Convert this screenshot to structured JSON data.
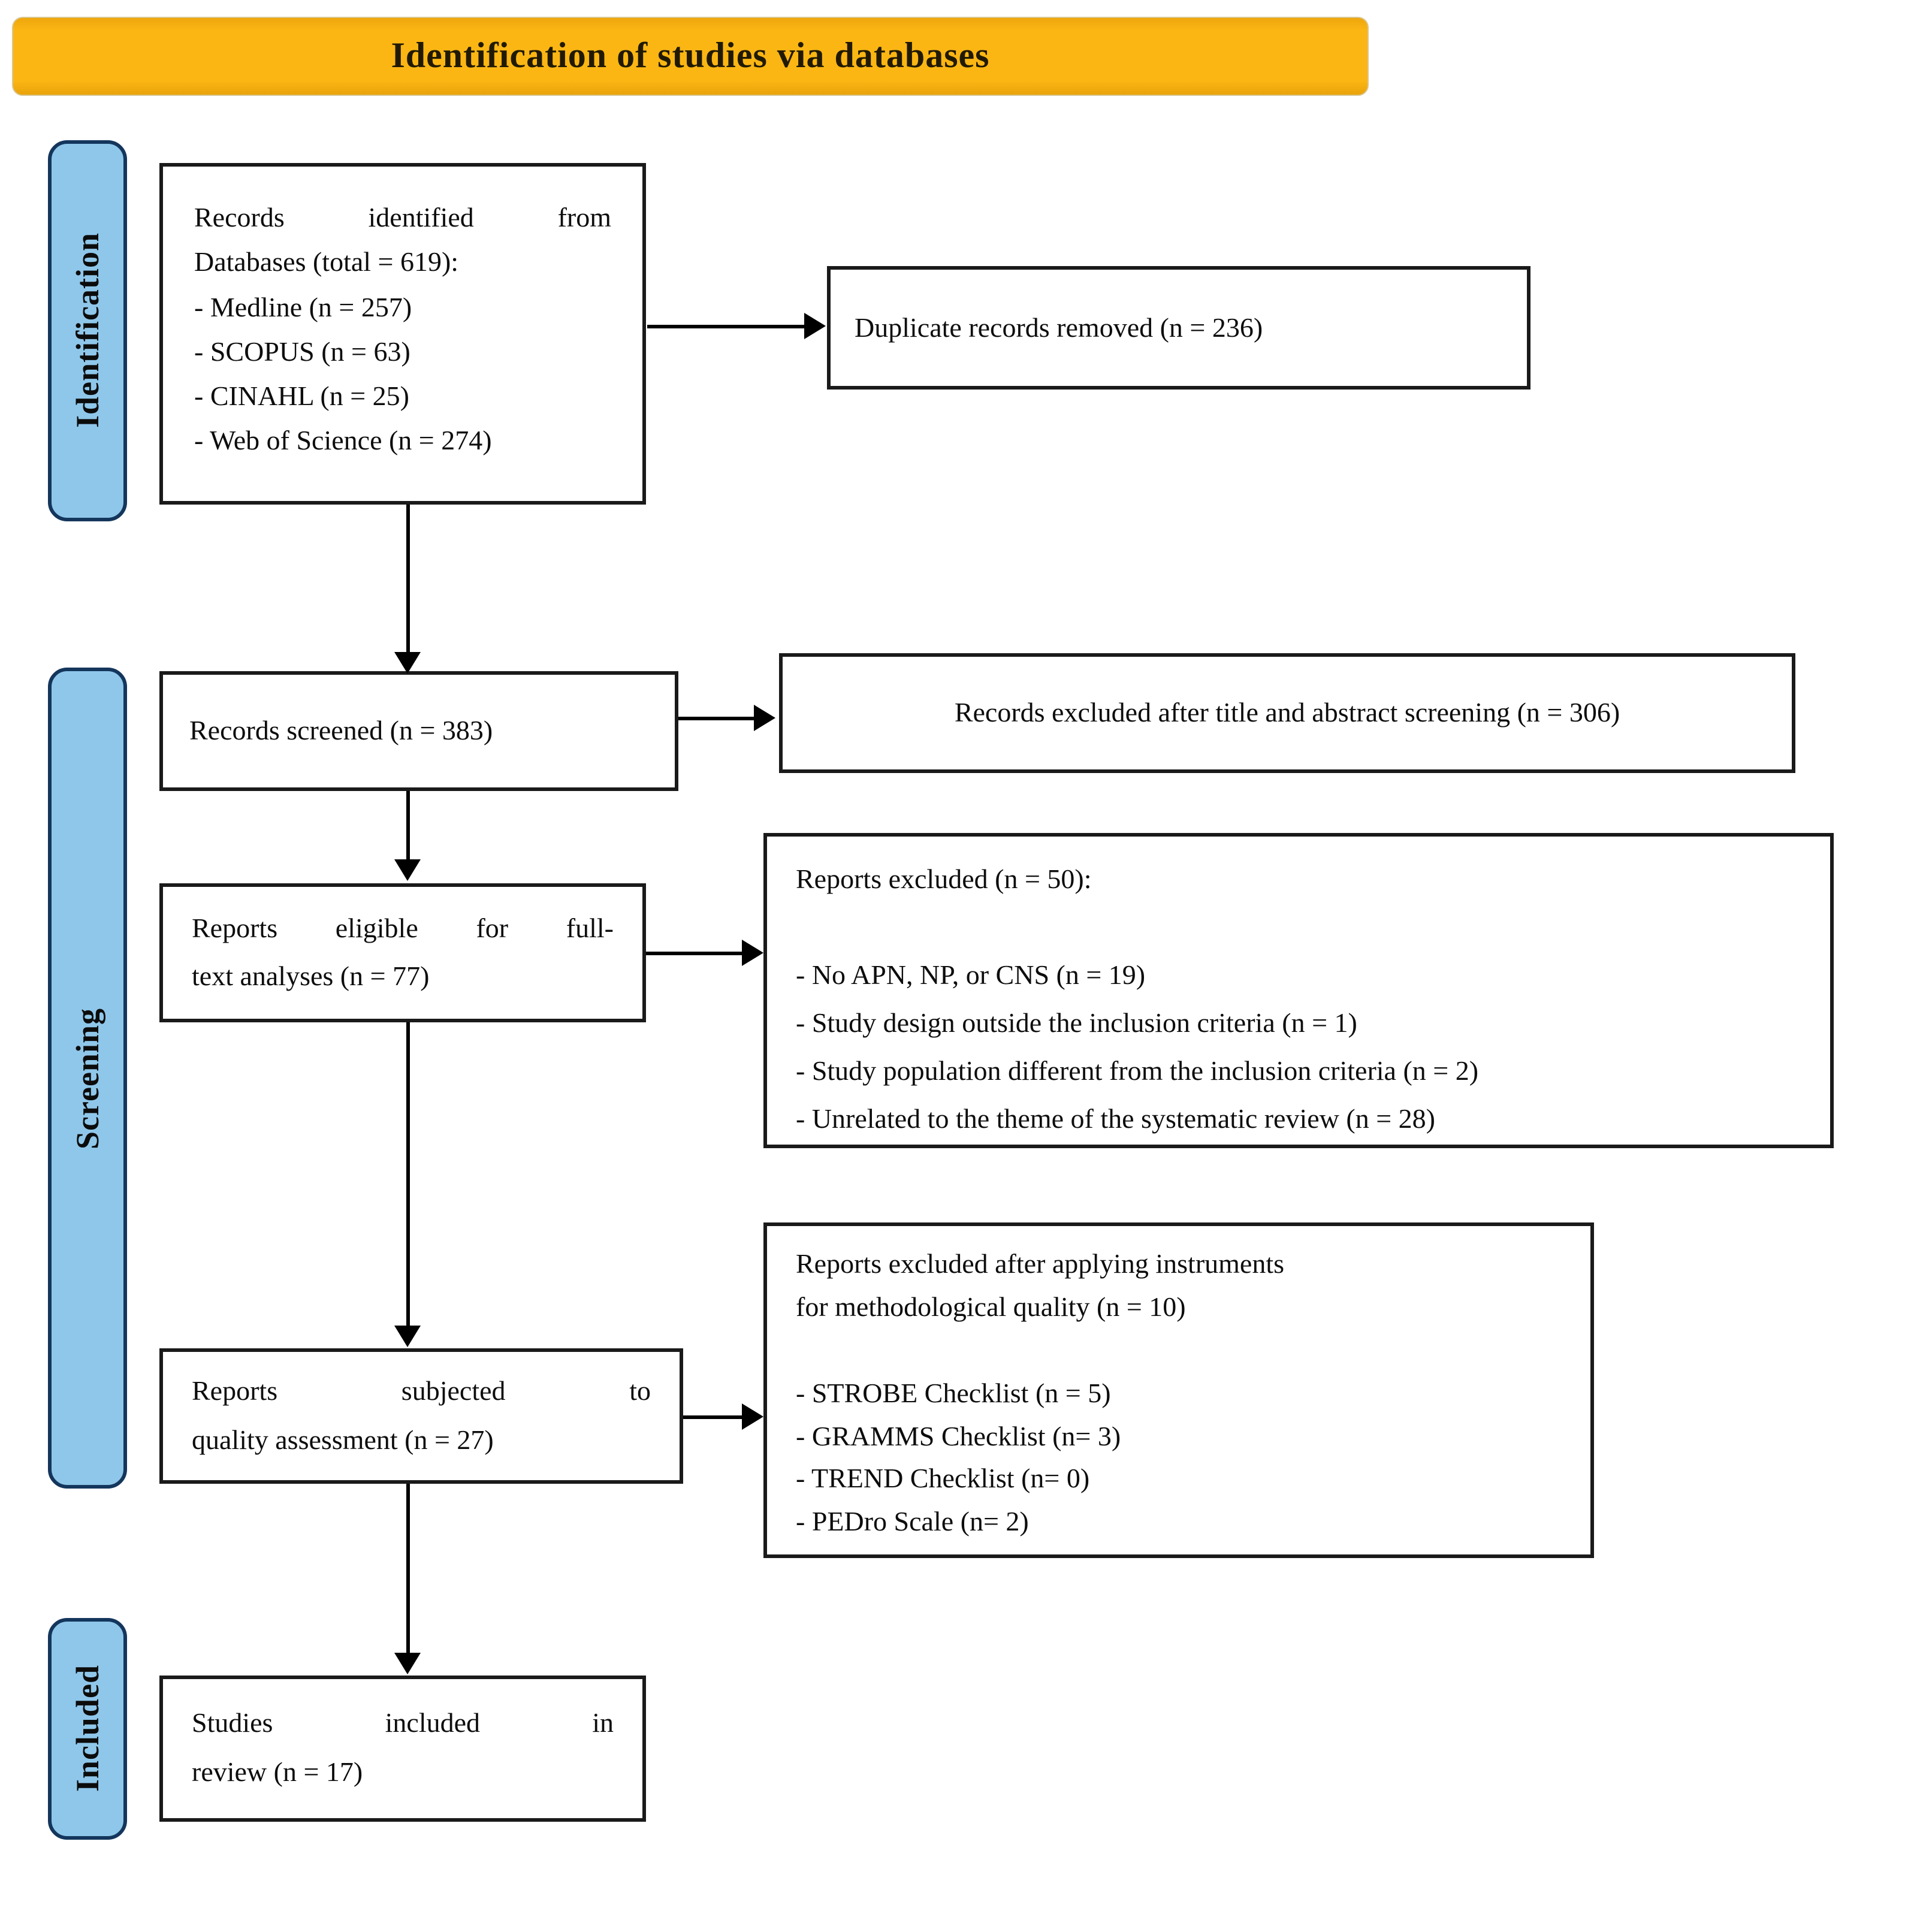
{
  "banner": {
    "title": "Identification of studies via databases"
  },
  "stages": {
    "identification": {
      "label": "Identification"
    },
    "screening": {
      "label": "Screening"
    },
    "included": {
      "label": "Included"
    }
  },
  "boxes": {
    "records_identified": {
      "lines": [
        "Records identified from",
        "Databases (total = 619):",
        "- Medline (n = 257)",
        "- SCOPUS (n = 63)",
        "- CINAHL (n = 25)",
        "- Web of Science (n = 274)"
      ]
    },
    "duplicates_removed": {
      "text": "Duplicate records removed (n = 236)"
    },
    "records_screened": {
      "text": "Records screened (n = 383)"
    },
    "records_excluded_title_abstract": {
      "text": "Records excluded after title and abstract screening (n = 306)"
    },
    "reports_eligible": {
      "lines": [
        "Reports eligible for full-",
        "text analyses (n = 77)"
      ]
    },
    "reports_excluded_full_text": {
      "lines": [
        "Reports excluded (n = 50):",
        "",
        "- No APN, NP, or CNS (n = 19)",
        "- Study design outside the inclusion criteria (n = 1)",
        "- Study population different from the inclusion criteria (n = 2)",
        "- Unrelated to the theme of the systematic review (n = 28)"
      ]
    },
    "reports_quality_assessment": {
      "lines": [
        "Reports subjected to",
        "quality assessment (n = 27)"
      ]
    },
    "reports_excluded_quality": {
      "lines": [
        "Reports excluded after applying instruments",
        "for methodological quality (n = 10)",
        "",
        "- STROBE Checklist (n = 5)",
        "- GRAMMS Checklist (n= 3)",
        "- TREND Checklist (n= 0)",
        "- PEDro Scale (n= 2)"
      ]
    },
    "studies_included": {
      "lines": [
        "Studies included in",
        "review (n = 17)"
      ]
    }
  },
  "colors": {
    "banner_bg": "#FBB614",
    "banner_text": "#211A02",
    "stage_bg": "#8FC7EA",
    "stage_border": "#14365C",
    "box_border": "#1A1A1A",
    "line_color": "#000000"
  }
}
